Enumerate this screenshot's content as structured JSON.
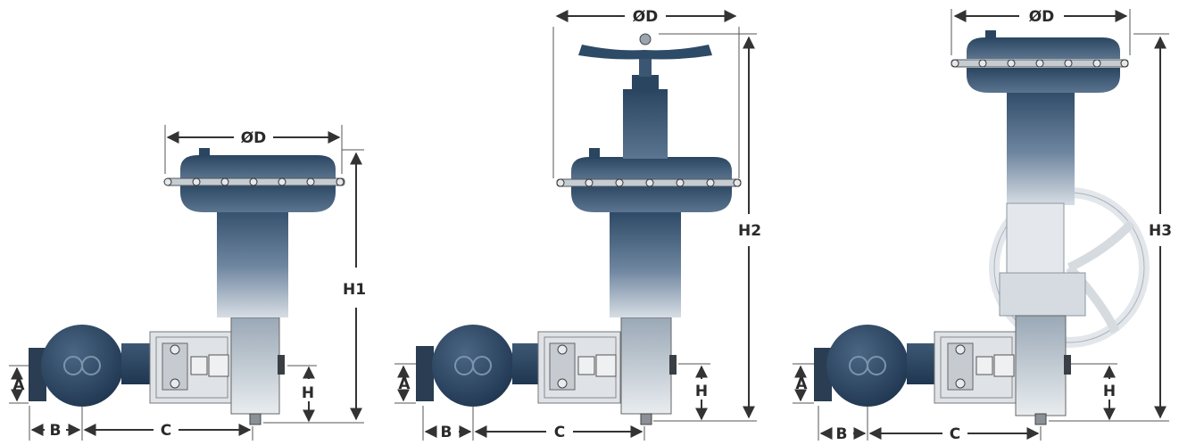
{
  "figures": [
    {
      "id": "actuator-1",
      "labels": {
        "diameter": "ØD",
        "height": "H1",
        "a": "A",
        "b": "B",
        "c": "C",
        "h": "H"
      }
    },
    {
      "id": "actuator-2",
      "labels": {
        "diameter": "ØD",
        "height": "H2",
        "a": "A",
        "b": "B",
        "c": "C",
        "h": "H"
      }
    },
    {
      "id": "actuator-3",
      "labels": {
        "diameter": "ØD",
        "height": "H3",
        "a": "A",
        "b": "B",
        "c": "C",
        "h": "H"
      }
    }
  ],
  "colors": {
    "body_dark": "#2d4a66",
    "body_light": "#c9d2dc",
    "metal": "#d0d4d8",
    "dimension": "#333333"
  }
}
